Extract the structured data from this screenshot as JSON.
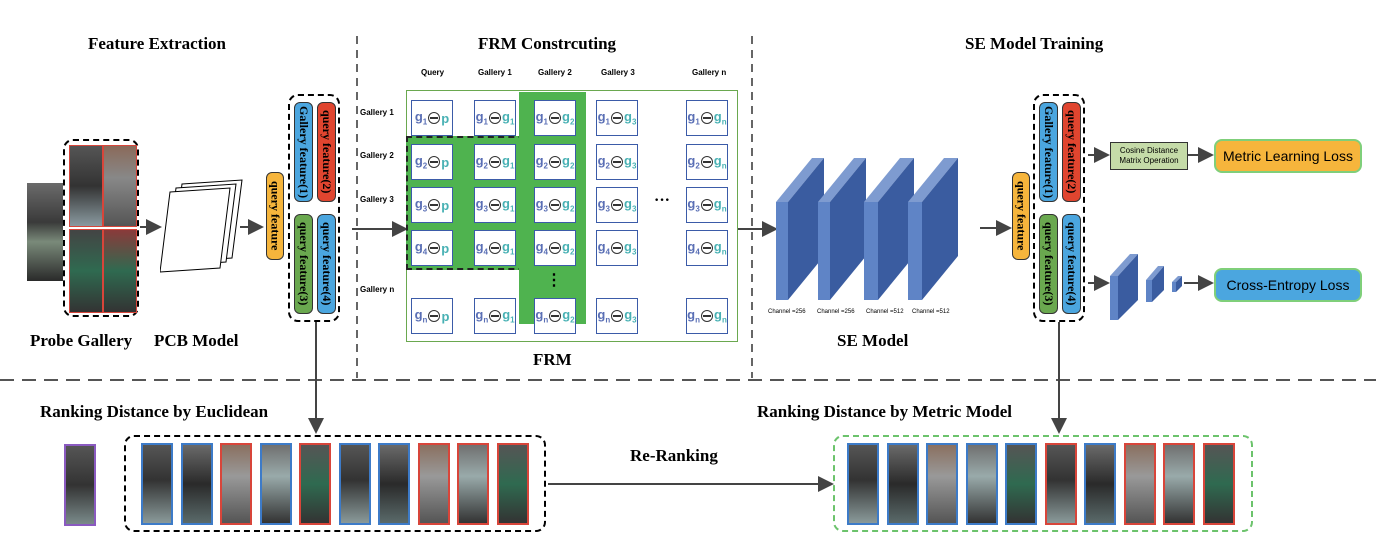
{
  "sections": {
    "feature_extraction": "Feature Extraction",
    "frm_constructing": "FRM Constrcuting",
    "se_model_training": "SE Model Training"
  },
  "labels": {
    "probe_gallery": "Probe Gallery",
    "pcb_model": "PCB Model",
    "frm": "FRM",
    "se_model": "SE Model",
    "ranking_euclidean": "Ranking Distance by Euclidean",
    "ranking_metric": "Ranking Distance by Metric Model",
    "re_ranking": "Re-Ranking"
  },
  "features": {
    "gallery_feature_1": "Gallery feature(1)",
    "query_feature_2": "query feature(2)",
    "query_feature_3": "query feature(3)",
    "query_feature_4": "query feature(4)",
    "query_feature": "query feature"
  },
  "frm_matrix": {
    "columns": [
      "Query",
      "Gallery 1",
      "Gallery 2",
      "Gallery 3",
      "Gallery n"
    ],
    "rows": [
      "Gallery 1",
      "Gallery 2",
      "Gallery 3",
      "Gallery n"
    ],
    "ellipsis_h": "···",
    "ellipsis_v": "⋮",
    "cells": [
      {
        "a": "g",
        "asub": "1",
        "b": "p",
        "bsub": ""
      },
      {
        "a": "g",
        "asub": "1",
        "b": "g",
        "bsub": "1"
      },
      {
        "a": "g",
        "asub": "1",
        "b": "g",
        "bsub": "2"
      },
      {
        "a": "g",
        "asub": "1",
        "b": "g",
        "bsub": "3"
      },
      {
        "a": "g",
        "asub": "1",
        "b": "g",
        "bsub": "n"
      },
      {
        "a": "g",
        "asub": "2",
        "b": "p",
        "bsub": ""
      },
      {
        "a": "g",
        "asub": "2",
        "b": "g",
        "bsub": "1"
      },
      {
        "a": "g",
        "asub": "2",
        "b": "g",
        "bsub": "2"
      },
      {
        "a": "g",
        "asub": "2",
        "b": "g",
        "bsub": "3"
      },
      {
        "a": "g",
        "asub": "2",
        "b": "g",
        "bsub": "n"
      },
      {
        "a": "g",
        "asub": "3",
        "b": "p",
        "bsub": ""
      },
      {
        "a": "g",
        "asub": "3",
        "b": "g",
        "bsub": "1"
      },
      {
        "a": "g",
        "asub": "3",
        "b": "g",
        "bsub": "2"
      },
      {
        "a": "g",
        "asub": "3",
        "b": "g",
        "bsub": "3"
      },
      {
        "a": "g",
        "asub": "3",
        "b": "g",
        "bsub": "n"
      },
      {
        "a": "g",
        "asub": "4",
        "b": "p",
        "bsub": ""
      },
      {
        "a": "g",
        "asub": "4",
        "b": "g",
        "bsub": "1"
      },
      {
        "a": "g",
        "asub": "4",
        "b": "g",
        "bsub": "2"
      },
      {
        "a": "g",
        "asub": "4",
        "b": "g",
        "bsub": "3"
      },
      {
        "a": "g",
        "asub": "4",
        "b": "g",
        "bsub": "n"
      },
      {
        "a": "g",
        "asub": "n",
        "b": "p",
        "bsub": ""
      },
      {
        "a": "g",
        "asub": "n",
        "b": "g",
        "bsub": "1"
      },
      {
        "a": "g",
        "asub": "n",
        "b": "g",
        "bsub": "2"
      },
      {
        "a": "g",
        "asub": "n",
        "b": "g",
        "bsub": "3"
      },
      {
        "a": "g",
        "asub": "n",
        "b": "g",
        "bsub": "n"
      }
    ]
  },
  "se_channels": [
    "Channel =256",
    "Channel =256",
    "Channel =512",
    "Channel =512"
  ],
  "cosine_box": "Cosine Distance Matrix Operation",
  "losses": {
    "metric": "Metric Learning Loss",
    "cross_entropy": "Cross-Entropy Loss"
  },
  "colors": {
    "query_feature": "#f6b53c",
    "gallery_feature": "#4ba6df",
    "red_feature": "#e0452f",
    "green_feature": "#6aa84f",
    "frm_green": "#4fb34f",
    "se_block": "#4a6fb3",
    "metric_loss": "#f6b53c",
    "ce_loss": "#4ba6df",
    "cosine_box": "#c5dba8"
  },
  "ranking_euclidean_borders": [
    "blue",
    "blue",
    "red",
    "blue",
    "red",
    "blue",
    "blue",
    "red",
    "red",
    "red"
  ],
  "ranking_metric_borders": [
    "blue",
    "blue",
    "blue",
    "blue",
    "blue",
    "red",
    "blue",
    "red",
    "red",
    "red"
  ]
}
